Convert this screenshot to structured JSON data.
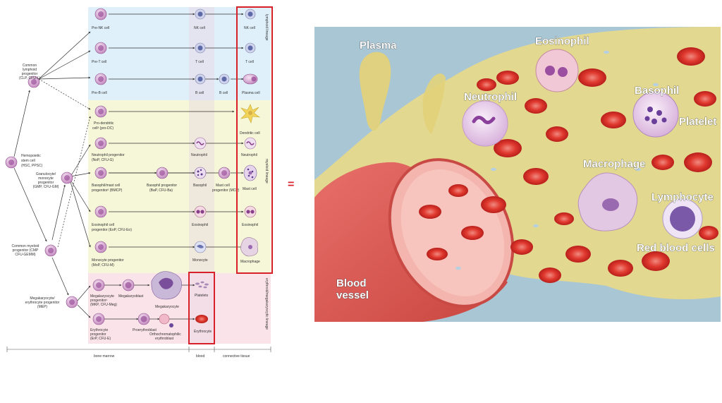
{
  "equals": "=",
  "lineage": {
    "lymphoid": "lymphoid lineage",
    "myeloid": "myeloid lineage",
    "erythroid": "erythroid/megakaryocytic lineage"
  },
  "bottom": {
    "bone_marrow": "bone marrow",
    "blood": "blood",
    "connective": "connective tissue"
  },
  "cells": {
    "hsc": [
      "Hemopoietic",
      "stem cell",
      "(HSC, PPSC)"
    ],
    "clp": [
      "Common",
      "lymphoid",
      "progenitor",
      "(CLP, CFU-L)"
    ],
    "gmp": [
      "Granulocyte/",
      "monocyte",
      "progenitor",
      "(GMP, CFU-GM)"
    ],
    "cmp": [
      "Common myeloid",
      "progenitor (CMP",
      "CFU-GEMM)"
    ],
    "mep": [
      "Megakaryocyte/",
      "erythrocyte progenitor",
      "(MEP)"
    ],
    "pre_nk": "Pre-NK cell",
    "pre_t": "Pre-T cell",
    "pre_b": "Pre-B cell",
    "nk_mid": "NK cell",
    "t_mid": "T cell",
    "b_mid": "B cell",
    "b2": "B cell",
    "nk_end": "NK cell",
    "t_end": "T cell",
    "plasma": "Plasma cell",
    "pdc": [
      "Pro-dendritic",
      "cell³ (pro-DC)"
    ],
    "dendritic": "Dendritic cell",
    "nop": [
      "Neutrophil progenitor",
      "(NoP, CFU-G)"
    ],
    "neutro_mid": "Neutrophil",
    "neutro_end": "Neutrophil",
    "bmcp": [
      "Basophil/mast cell",
      "progenitor² (BMCP)"
    ],
    "bap": [
      "Basophil progenitor",
      "(BaP, CFU-Ba)"
    ],
    "baso": "Basophil",
    "mcp": [
      "Mast cell",
      "progenitor (MCP)"
    ],
    "mast": "Mast cell",
    "eop": [
      "Eosinophil cell",
      "progenitor (EoP, CFU-Eo)"
    ],
    "eos_mid": "Eosinophil",
    "eos_end": "Eosinophil",
    "mop": [
      "Monocyte progenitor",
      "(MoP, CFU-M)"
    ],
    "mono": "Monocyte",
    "macro": "Macrophage",
    "mkp": [
      "Megakaryocyte",
      "progenitor¹",
      "(MKP, CFU-Meg)"
    ],
    "mkb": "Megakaryoblast",
    "mk": "Megakaryocyte",
    "platelets": "Platelets",
    "erp": [
      "Erythrocyte",
      "progenitor",
      "(ErP, CFU-E)"
    ],
    "proery": "Proerythroblast",
    "ortho": [
      "Orthochromatophilic",
      "erythroblast"
    ],
    "ery": "Erythrocyte"
  },
  "illustration": {
    "plasma": "Plasma",
    "eosinophil": "Eosinophil",
    "neutrophil": "Neutrophil",
    "basophil": "Basophil",
    "platelet": "Platelet",
    "macrophage": "Macrophage",
    "lymphocyte": "Lymphocyte",
    "rbc": "Red blood cells",
    "vessel": [
      "Blood",
      "vessel"
    ]
  },
  "colors": {
    "lymphoid_bg": "#dff0fb",
    "myeloid_bg": "#f5f7d8",
    "erythroid_bg": "#fbe3ea",
    "highlight": "#d8202b",
    "cell_fill": "#d9a6d4",
    "nucleus": "#9a4f9a",
    "rbc": "#d9302c",
    "plasma": "#e8d98a",
    "sky": "#a9c6d5"
  }
}
